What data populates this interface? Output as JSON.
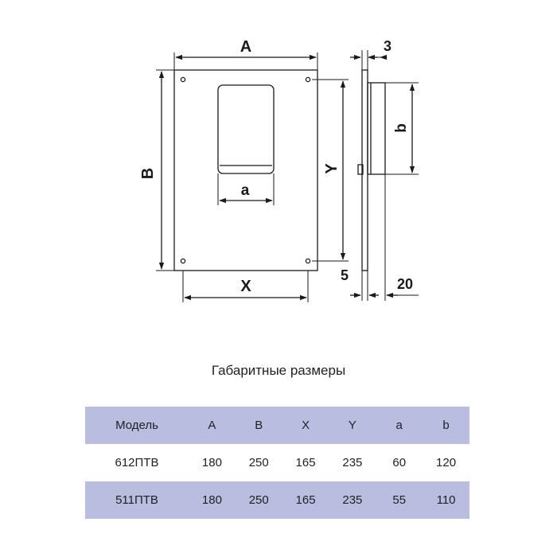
{
  "drawing": {
    "labels": {
      "A": "A",
      "B": "B",
      "X": "X",
      "Y": "Y",
      "a": "a",
      "b": "b",
      "side_top": "3",
      "side_bottom_left": "5",
      "side_bottom_right": "20"
    }
  },
  "table": {
    "title": "Габаритные размеры",
    "headers": [
      "Модель",
      "A",
      "B",
      "X",
      "Y",
      "a",
      "b"
    ],
    "rows": [
      [
        "612ПТВ",
        "180",
        "250",
        "165",
        "235",
        "60",
        "120"
      ],
      [
        "511ПТВ",
        "180",
        "250",
        "165",
        "235",
        "55",
        "110"
      ]
    ]
  },
  "colors": {
    "line": "#1a1a1a",
    "table_band": "#b9bde0"
  }
}
